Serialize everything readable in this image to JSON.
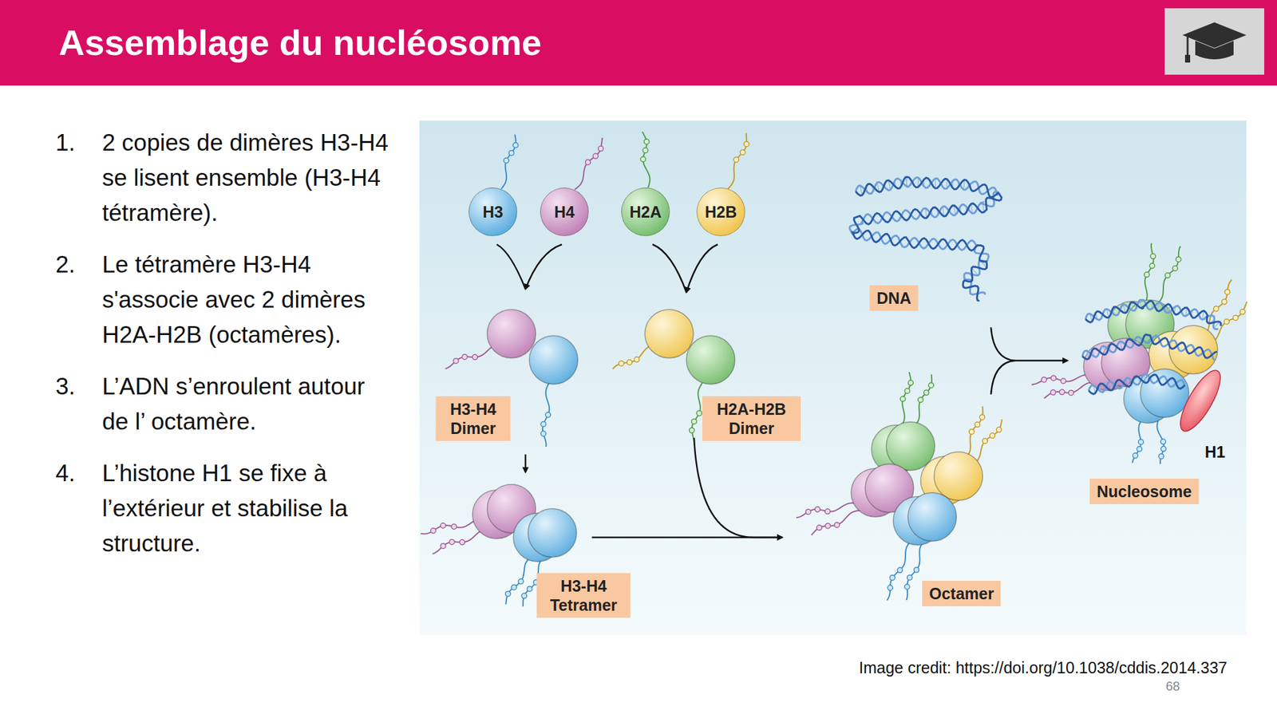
{
  "diagram": {
    "title": "Assemblage du nucléosome",
    "nodes": [
      {
        "text": [
          "H3"
        ]
      },
      {
        "text": [
          "H4"
        ]
      },
      {
        "text": [
          "H2A"
        ]
      },
      {
        "text": [
          "H2B"
        ]
      },
      {
        "text": [
          "H3-H4 Dimer"
        ]
      },
      {
        "text": [
          "H2A-H2B Dimer"
        ]
      },
      {
        "text": [
          "DNA"
        ]
      },
      {
        "text": [
          "H3-H4 Tetramer"
        ]
      },
      {
        "text": [
          "Octamer"
        ]
      },
      {
        "text": [
          "Nucleosome"
        ]
      }
    ],
    "labels": [
      "1.",
      "2 copies de dimères H3-H4 se lisent ensemble (H3-H4 tétramère).",
      "2.",
      "Le tétramère H3-H4 s'associe avec 2 dimères H2A-H2B (octamères).",
      "3.",
      "L’ADN s’enroulent autour de l’ octamère.",
      "4.",
      "L’histone H1 se fixe à l’extérieur et stabilise la structure.",
      "H1",
      "Image credit: https://doi.org/10.1038/cddis.2014.337",
      "68"
    ]
  }
}
